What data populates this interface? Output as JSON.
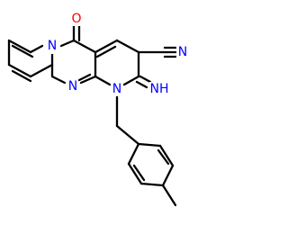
{
  "colors": {
    "background": "#ffffff",
    "bond": "#000000",
    "nitrogen": "#0000ff",
    "oxygen": "#ff0000"
  },
  "atoms": {
    "carbonyl_oxygen": "O",
    "ring_fusion_nitrogen": "N",
    "pyrimidine_nitrogen": "N",
    "pyridine_nitrogen": "N",
    "nitrile_nitrogen": "N",
    "imine_group": "NH"
  }
}
